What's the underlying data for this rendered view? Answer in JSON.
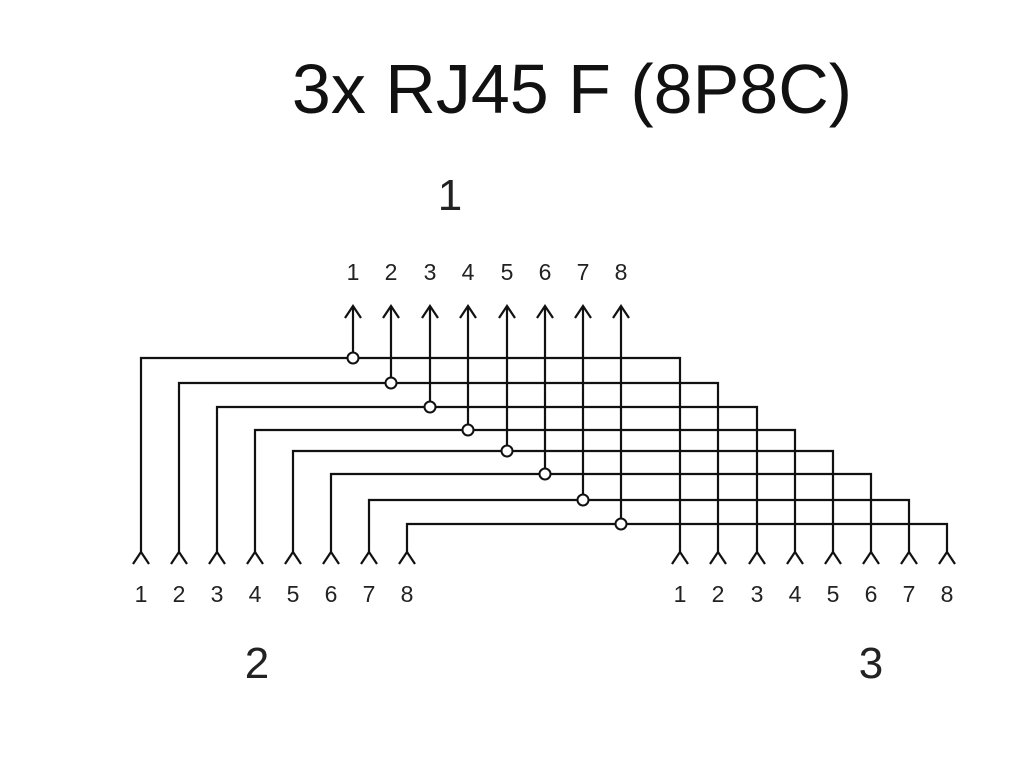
{
  "title": "3x RJ45 F (8P8C)",
  "diagram": {
    "connector_1": {
      "label": "1",
      "pins": [
        "1",
        "2",
        "3",
        "4",
        "5",
        "6",
        "7",
        "8"
      ]
    },
    "connector_2": {
      "label": "2",
      "pins": [
        "1",
        "2",
        "3",
        "4",
        "5",
        "6",
        "7",
        "8"
      ]
    },
    "connector_3": {
      "label": "3",
      "pins": [
        "1",
        "2",
        "3",
        "4",
        "5",
        "6",
        "7",
        "8"
      ]
    },
    "wiring": "Pin n of connector 1 is joined to pin n of connectors 2 and 3 for n = 1-8"
  }
}
